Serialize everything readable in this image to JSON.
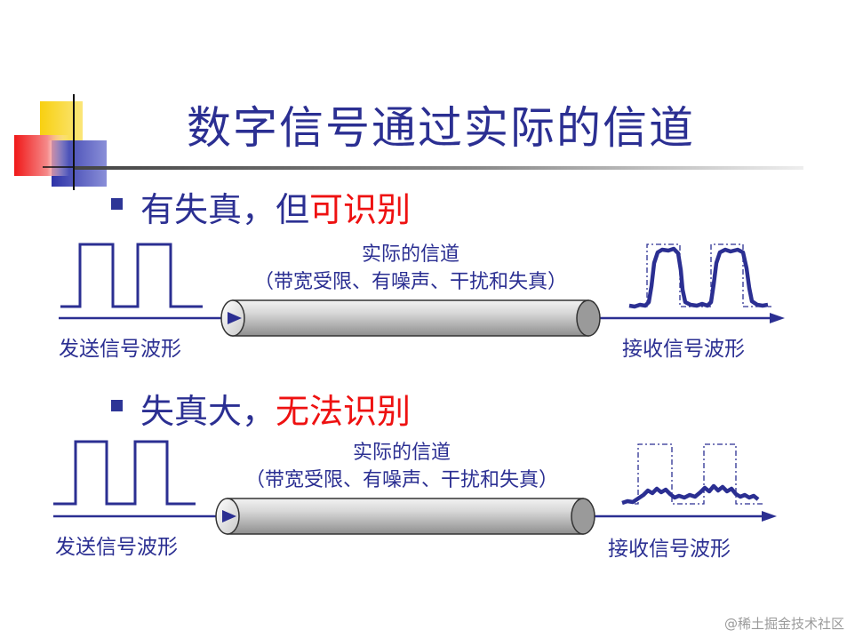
{
  "slide": {
    "title": "数字信号通过实际的信道"
  },
  "section1": {
    "bullet_main": "有失真，但",
    "bullet_highlight": "可识别",
    "channel_title": "实际的信道",
    "channel_subtitle": "（带宽受限、有噪声、干扰和失真）",
    "send_label": "发送信号波形",
    "recv_label": "接收信号波形"
  },
  "section2": {
    "bullet_main": "失真大，",
    "bullet_highlight": "无法识别",
    "channel_title": "实际的信道",
    "channel_subtitle": "（带宽受限、有噪声、干扰和失真）",
    "send_label": "发送信号波形",
    "recv_label": "接收信号波形"
  },
  "watermark": "@稀土掘金技术社区",
  "colors": {
    "primary": "#2b2f92",
    "highlight": "#ee1111",
    "pipe": "#bfbfbf"
  }
}
